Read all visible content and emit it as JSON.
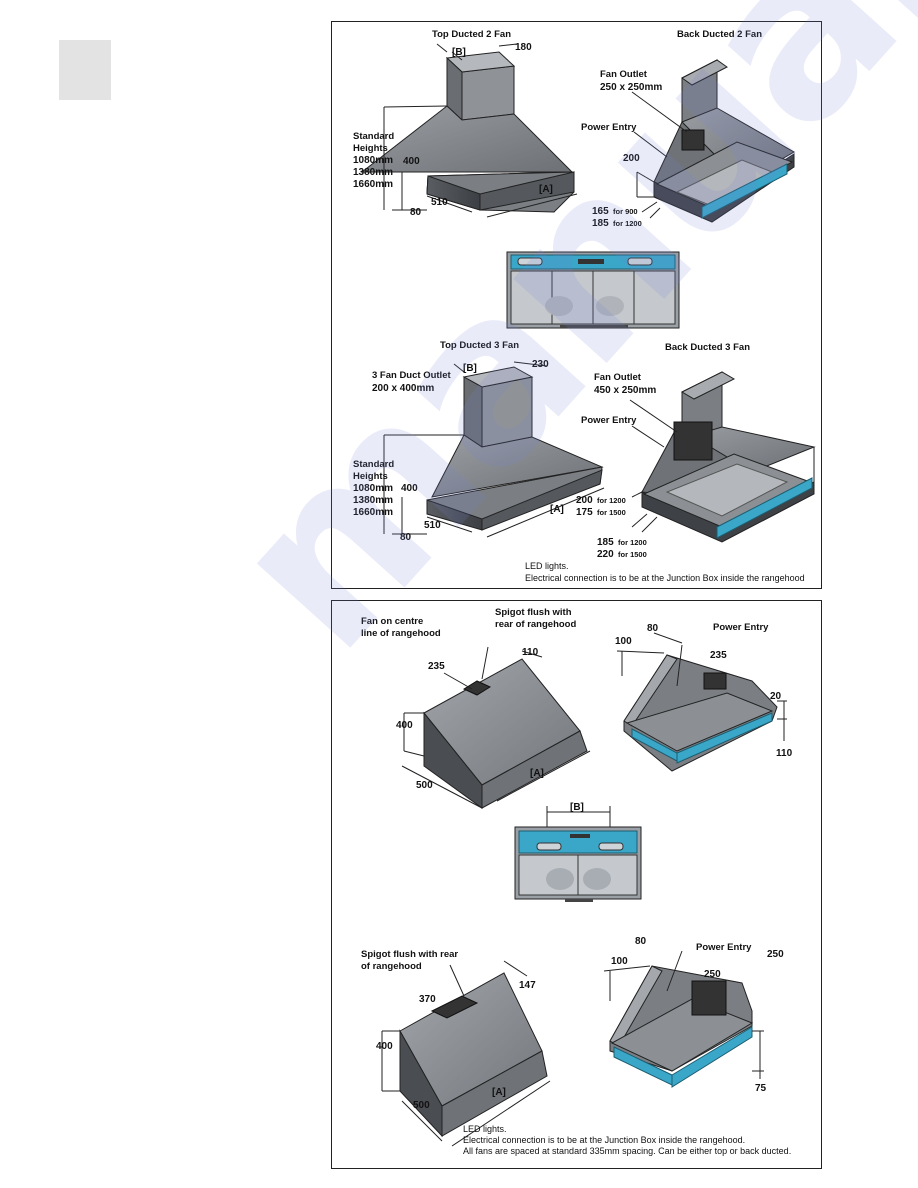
{
  "panel_top": {
    "top_ducted_2": {
      "title": "Top Ducted 2 Fan",
      "B": "[B]",
      "d180": "180",
      "std": "Standard",
      "heights": "Heights",
      "h1": "1080mm",
      "h2": "1380mm",
      "h3": "1660mm",
      "d400": "400",
      "d80": "80",
      "d510": "510",
      "A": "[A]"
    },
    "back_ducted_2": {
      "title": "Back Ducted 2 Fan",
      "fan_outlet": "Fan Outlet",
      "fan_outlet_size": "250 x 250mm",
      "power_entry": "Power Entry",
      "d200": "200",
      "d165": "165",
      "for900": "for 900",
      "d185": "185",
      "for1200": "for 1200"
    },
    "top_ducted_3": {
      "title": "Top Ducted 3 Fan",
      "B": "[B]",
      "d230": "230",
      "duct_outlet": "3 Fan Duct Outlet",
      "duct_outlet_size": "200 x 400mm",
      "std": "Standard",
      "heights": "Heights",
      "h1": "1080mm",
      "h2": "1380mm",
      "h3": "1660mm",
      "d400": "400",
      "d80": "80",
      "d510": "510",
      "A": "[A]"
    },
    "back_ducted_3": {
      "title": "Back Ducted 3 Fan",
      "fan_outlet": "Fan Outlet",
      "fan_outlet_size": "450 x 250mm",
      "power_entry": "Power Entry",
      "d200": "200",
      "for1200": "for 1200",
      "d175": "175",
      "for1500": "for 1500",
      "d185": "185",
      "for1200b": "for 1200",
      "d220": "220",
      "for1500b": "for 1500"
    },
    "note1": "LED lights.",
    "note2": "Electrical connection is to be at the Junction Box inside the rangehood"
  },
  "panel_bottom": {
    "hood_a": {
      "fan_centre_1": "Fan on centre",
      "fan_centre_2": "line of rangehood",
      "spigot_1": "Spigot flush with",
      "spigot_2": "rear of rangehood",
      "d235": "235",
      "d110": "110",
      "d400": "400",
      "d500": "500",
      "A": "[A]"
    },
    "hood_b": {
      "d80": "80",
      "d100": "100",
      "power_entry": "Power Entry",
      "d235": "235",
      "d20": "20",
      "d110": "110"
    },
    "front_B": "[B]",
    "hood_c": {
      "spigot_1": "Spigot flush with rear",
      "spigot_2": "of rangehood",
      "d370": "370",
      "d147": "147",
      "d400": "400",
      "d500": "500",
      "A": "[A]"
    },
    "hood_d": {
      "d80": "80",
      "d100": "100",
      "power_entry": "Power Entry",
      "d250": "250",
      "d250b": "250",
      "d75": "75"
    },
    "note1": "LED lights.",
    "note2": "Electrical connection is to be at the Junction Box inside the rangehood.",
    "note3": "All fans are spaced at standard 335mm spacing. Can be either top or back ducted."
  },
  "watermark": "manualslib",
  "colors": {
    "hood_grey": "#8a8e93",
    "hood_dark": "#4a4d52",
    "led_blue": "#3aa6c8",
    "frame": "#222222"
  }
}
